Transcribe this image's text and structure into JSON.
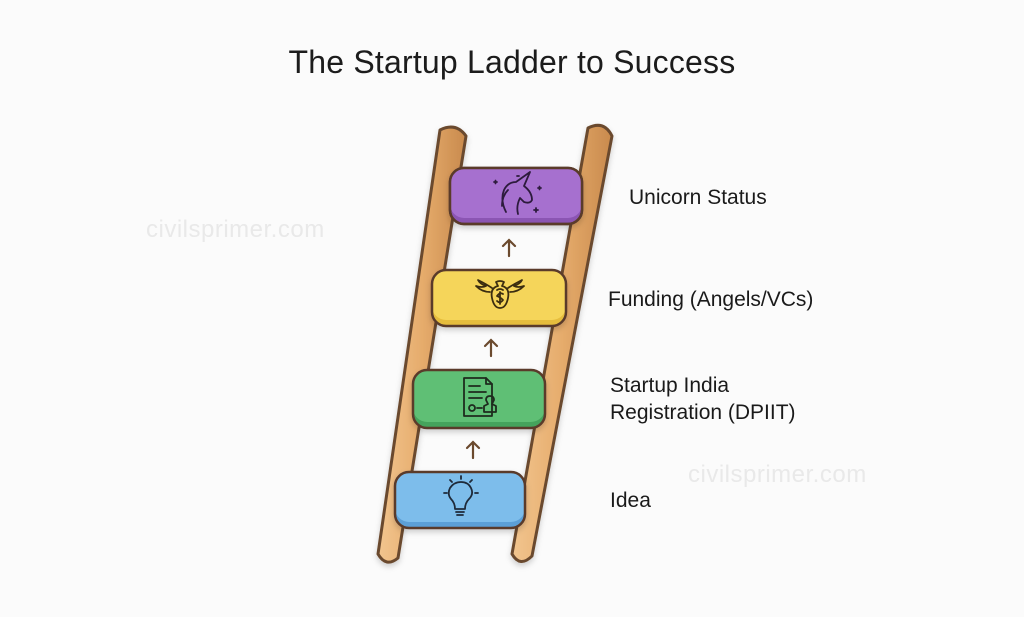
{
  "title": "The Startup Ladder to Success",
  "watermarks": [
    "civilsprimer.com",
    "civilsprimer.com"
  ],
  "steps": [
    {
      "label": "Unicorn Status",
      "icon": "unicorn-icon",
      "color": "#a66fcf"
    },
    {
      "label": "Funding (Angels/VCs)",
      "icon": "winged-money-bag-icon",
      "color": "#f5d55a"
    },
    {
      "label_line1": "Startup India",
      "label_line2": "Registration (DPIIT)",
      "icon": "certificate-stamp-icon",
      "color": "#5fbf74"
    },
    {
      "label": "Idea",
      "icon": "lightbulb-icon",
      "color": "#7dbdeb"
    }
  ],
  "colors": {
    "rail": "#e0a96a",
    "rail_outline": "#6b4a2e",
    "arrow": "#6b4a2e",
    "purple": "#a66fcf",
    "yellow": "#f5d55a",
    "green": "#5fbf74",
    "blue": "#7dbdeb"
  }
}
